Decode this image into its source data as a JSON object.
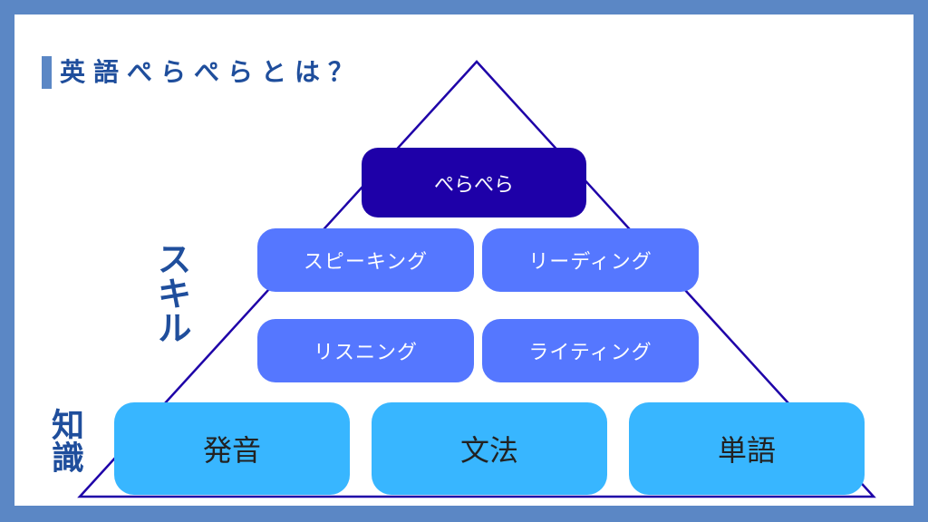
{
  "title": "英語ぺらぺらとは？",
  "colors": {
    "frame": "#5b87c5",
    "top": "#1e00a8",
    "skill": "#5577ff",
    "knowledge": "#38b6ff",
    "label": "#1f4e9c",
    "triangle": "#1e00a8"
  },
  "labels": {
    "skill": "スキル",
    "knowledge": "知識"
  },
  "top": "ぺらぺら",
  "skills": [
    "スピーキング",
    "リーディング",
    "リスニング",
    "ライティング"
  ],
  "knowledge": [
    "発音",
    "文法",
    "単語"
  ]
}
